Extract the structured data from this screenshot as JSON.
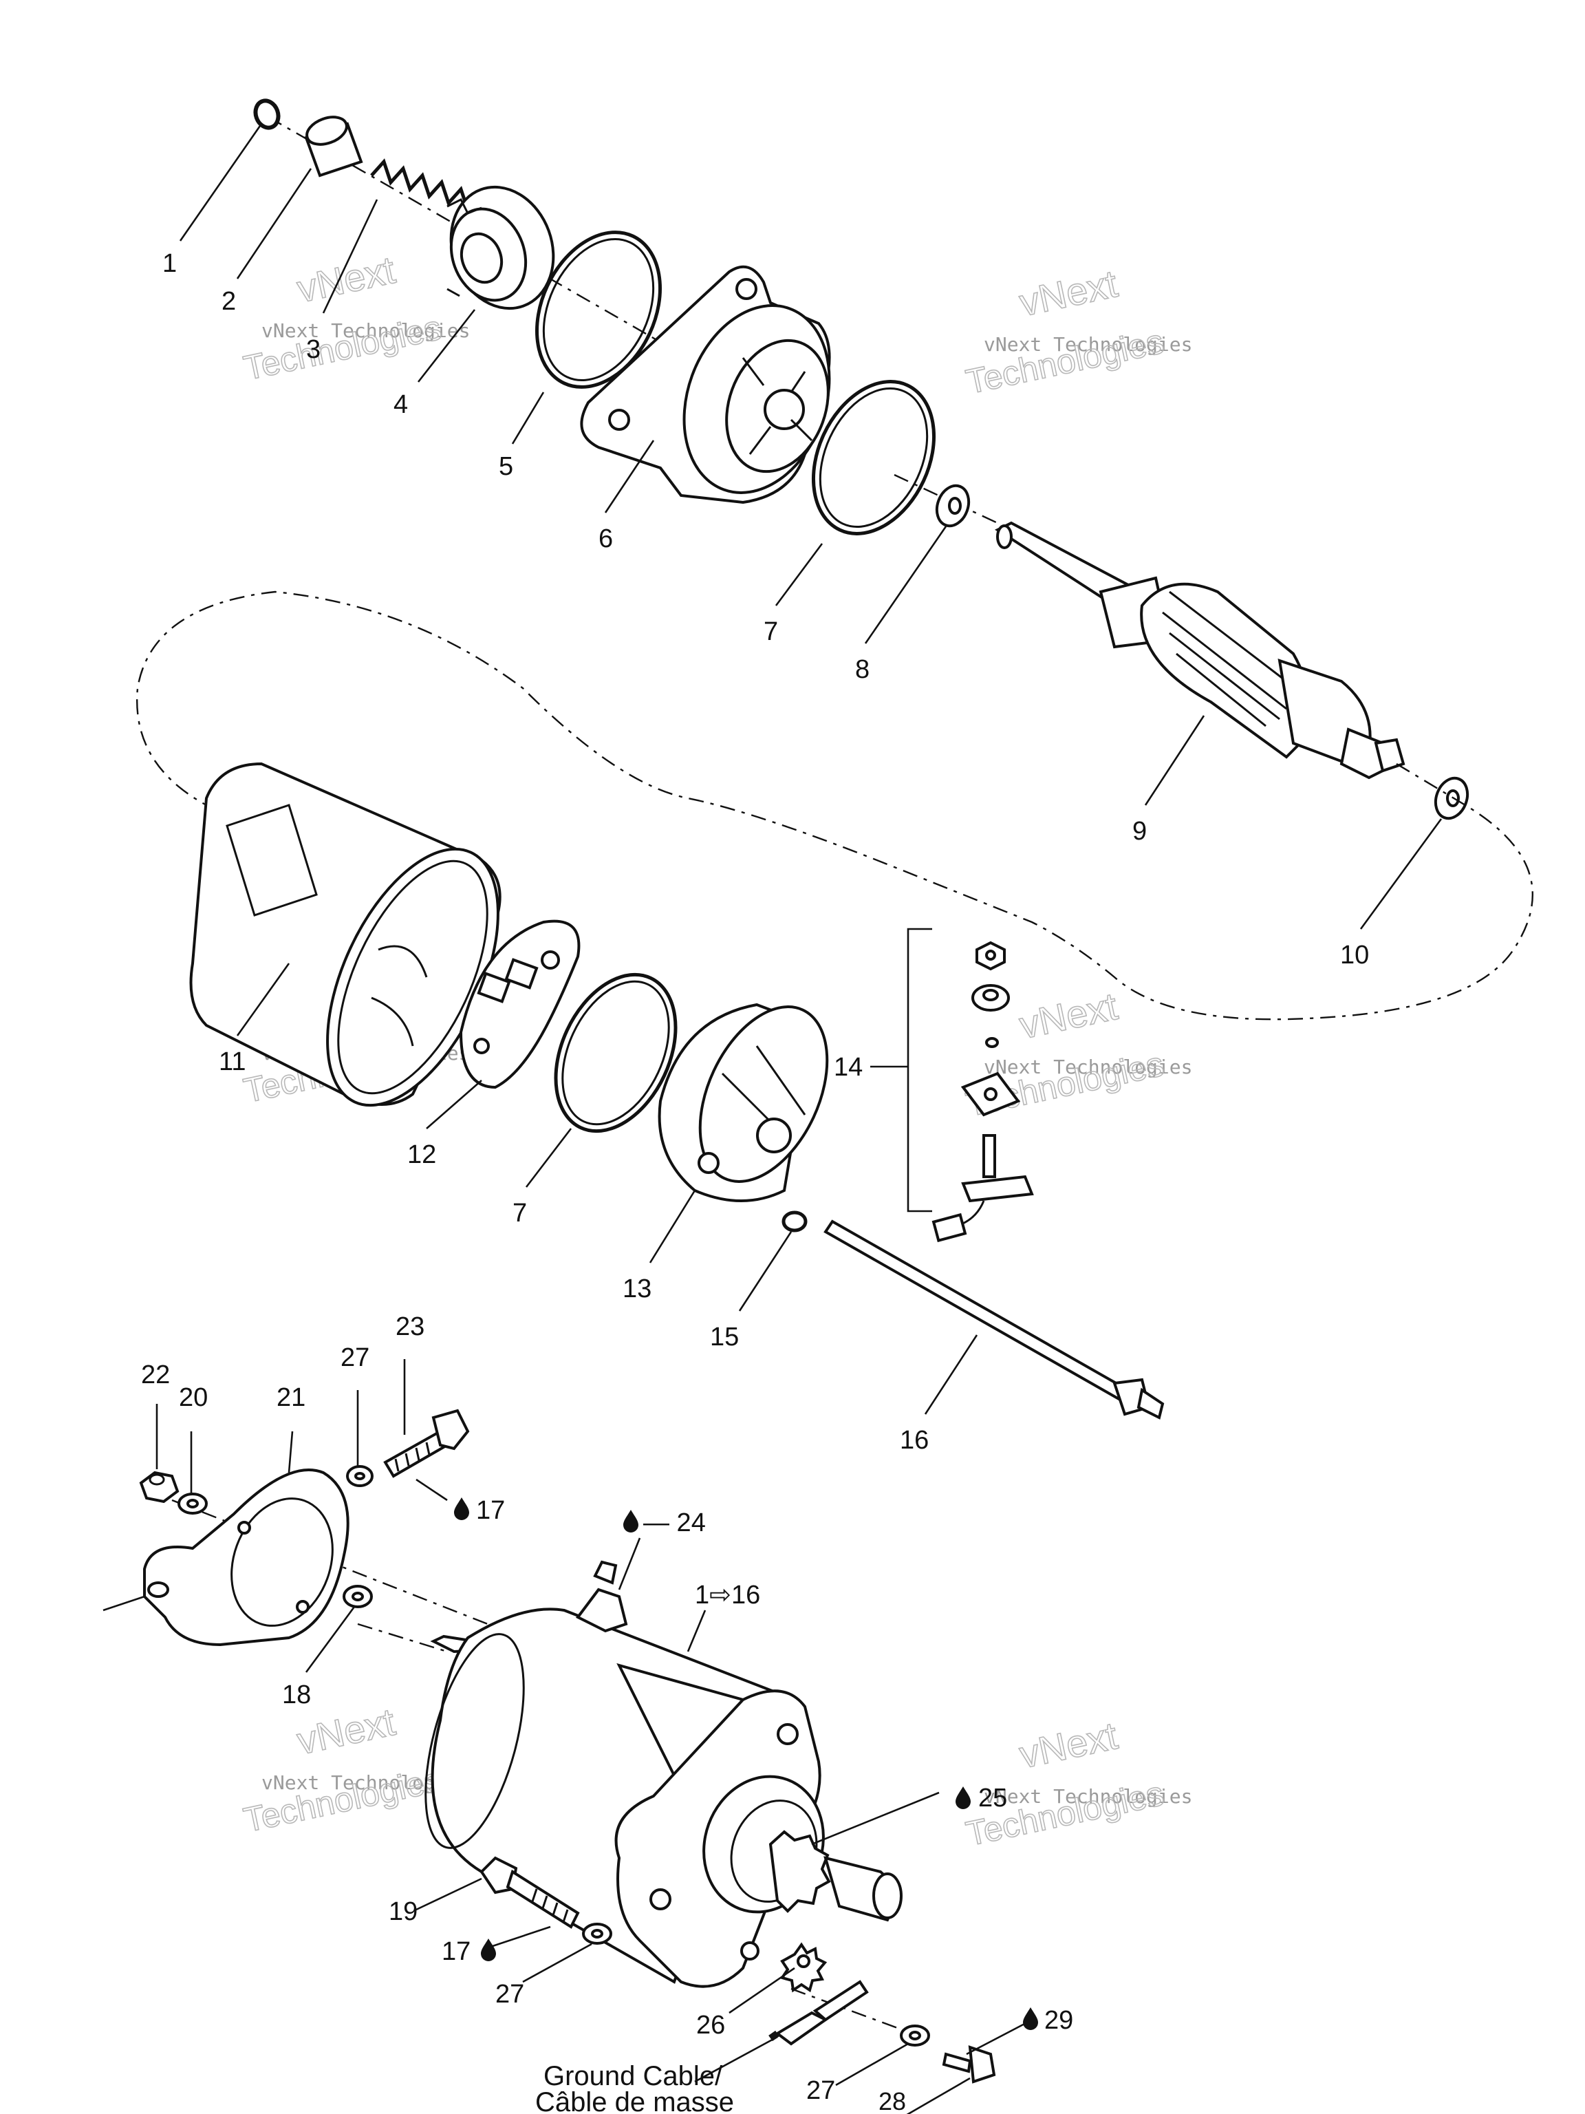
{
  "diagram": {
    "labels": [
      {
        "id": "l1",
        "text": "1"
      },
      {
        "id": "l2",
        "text": "2"
      },
      {
        "id": "l3",
        "text": "3"
      },
      {
        "id": "l4",
        "text": "4"
      },
      {
        "id": "l5",
        "text": "5"
      },
      {
        "id": "l6",
        "text": "6"
      },
      {
        "id": "l7a",
        "text": "7"
      },
      {
        "id": "l8",
        "text": "8"
      },
      {
        "id": "l9",
        "text": "9"
      },
      {
        "id": "l10",
        "text": "10"
      },
      {
        "id": "l11",
        "text": "11"
      },
      {
        "id": "l12",
        "text": "12"
      },
      {
        "id": "l7b",
        "text": "7"
      },
      {
        "id": "l13",
        "text": "13"
      },
      {
        "id": "l14",
        "text": "14"
      },
      {
        "id": "l15",
        "text": "15"
      },
      {
        "id": "l16",
        "text": "16"
      },
      {
        "id": "l22",
        "text": "22"
      },
      {
        "id": "l20",
        "text": "20"
      },
      {
        "id": "l21",
        "text": "21"
      },
      {
        "id": "l27a",
        "text": "27"
      },
      {
        "id": "l23",
        "text": "23"
      },
      {
        "id": "l17a",
        "text": "17"
      },
      {
        "id": "l24",
        "text": "— 24"
      },
      {
        "id": "l116",
        "text": "1⇨16"
      },
      {
        "id": "l18",
        "text": "18"
      },
      {
        "id": "l25",
        "text": "25"
      },
      {
        "id": "l19",
        "text": "19"
      },
      {
        "id": "l17b",
        "text": "17"
      },
      {
        "id": "l27b",
        "text": "27"
      },
      {
        "id": "l26",
        "text": "26"
      },
      {
        "id": "l29",
        "text": "29"
      },
      {
        "id": "l27c",
        "text": "27"
      },
      {
        "id": "l28",
        "text": "28"
      }
    ],
    "caption": {
      "line1": "Ground Cable/",
      "line2": "Câble de masse"
    },
    "watermark": {
      "line1": "vNext",
      "line2": "vNext Technologies",
      "line3": "Technologies"
    },
    "icons": {
      "drop": "oil-drop-icon"
    }
  }
}
